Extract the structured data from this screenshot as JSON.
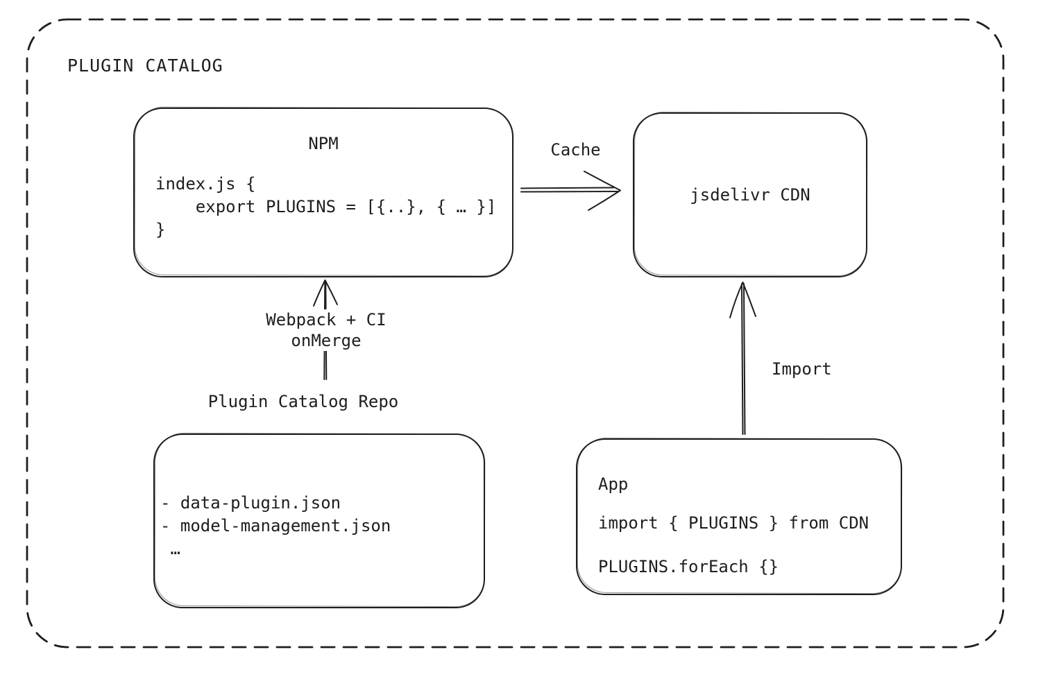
{
  "frame": {
    "title": "PLUGIN CATALOG"
  },
  "nodes": {
    "npm": {
      "title": "NPM",
      "code": [
        "index.js {",
        "    export PLUGINS = [{..}, { … }]",
        "}"
      ]
    },
    "cdn": {
      "label": "jsdelivr CDN"
    },
    "repo": {
      "title": "Plugin Catalog Repo",
      "files": [
        "- data-plugin.json",
        "- model-management.json",
        " …"
      ]
    },
    "app": {
      "title": "App",
      "code": [
        "import { PLUGINS } from CDN",
        "PLUGINS.forEach {}"
      ]
    }
  },
  "edges": {
    "cache": {
      "label": "Cache",
      "from": "npm",
      "to": "cdn"
    },
    "build": {
      "label_lines": [
        "Webpack + CI",
        "onMerge"
      ],
      "from": "repo",
      "to": "npm"
    },
    "import": {
      "label": "Import",
      "from": "app",
      "to": "cdn"
    }
  },
  "colors": {
    "stroke": "#1e1e1e",
    "background": "#ffffff"
  }
}
